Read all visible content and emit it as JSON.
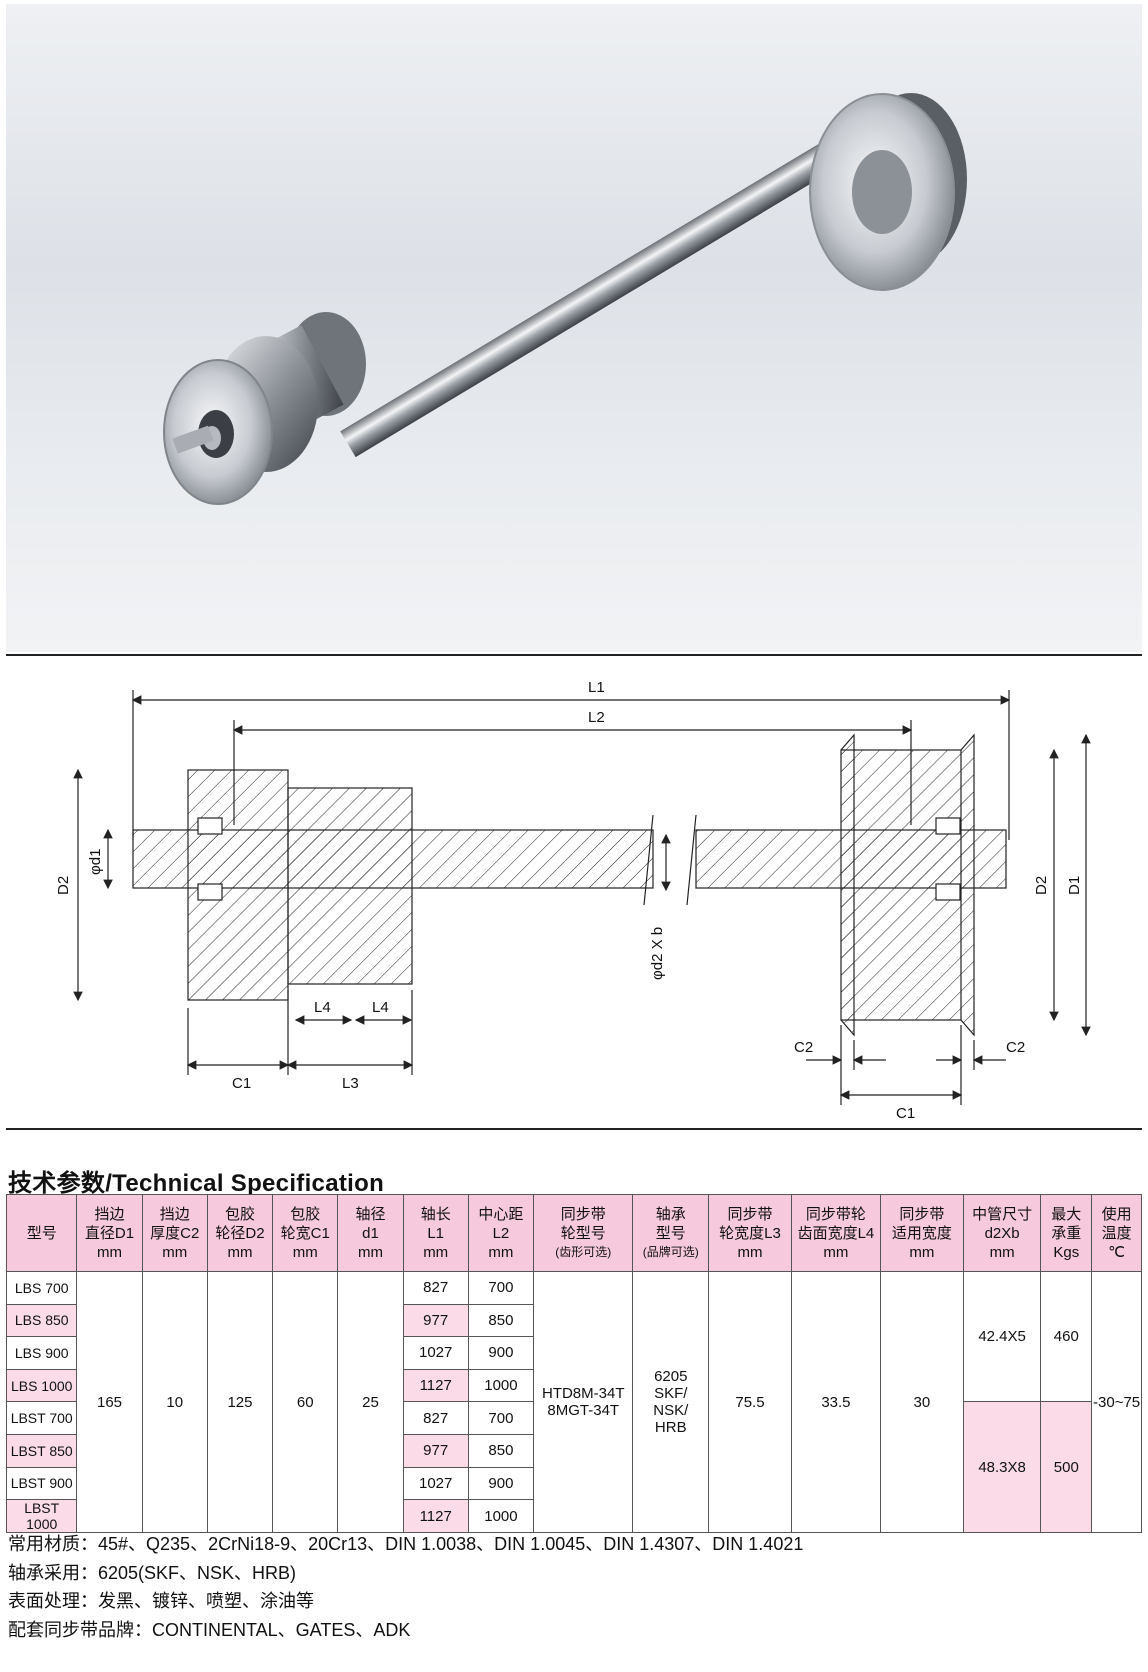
{
  "drawing": {
    "labels": {
      "l1": "L1",
      "l2": "L2",
      "l3": "L3",
      "l4a": "L4",
      "l4b": "L4",
      "c1_left": "C1",
      "c1_right": "C1",
      "c2_left": "C2",
      "c2_right": "C2",
      "d1": "D1",
      "d2_left": "D2",
      "d2_right": "D2",
      "shaft_d1": "φd1",
      "tube": "φd2 X b"
    }
  },
  "spec": {
    "title": "技术参数/Technical Specification",
    "headers": [
      [
        "型号"
      ],
      [
        "挡边",
        "直径D1",
        "mm"
      ],
      [
        "挡边",
        "厚度C2",
        "mm"
      ],
      [
        "包胶",
        "轮径D2",
        "mm"
      ],
      [
        "包胶",
        "轮宽C1",
        "mm"
      ],
      [
        "轴径",
        "d1",
        "mm"
      ],
      [
        "轴长",
        "L1",
        "mm"
      ],
      [
        "中心距",
        "L2",
        "mm"
      ],
      [
        "同步带",
        "轮型号",
        "(齿形可选)"
      ],
      [
        "轴承",
        "型号",
        "(品牌可选)"
      ],
      [
        "同步带",
        "轮宽度L3",
        "mm"
      ],
      [
        "同步带轮",
        "齿面宽度L4",
        "mm"
      ],
      [
        "同步带",
        "适用宽度",
        "mm"
      ],
      [
        "中管尺寸",
        "d2Xb",
        "mm"
      ],
      [
        "最大",
        "承重",
        "Kgs"
      ],
      [
        "使用",
        "温度",
        "℃"
      ]
    ],
    "models": [
      "LBS 700",
      "LBS 850",
      "LBS 900",
      "LBS 1000",
      "LBST 700",
      "LBST 850",
      "LBST 900",
      "LBST 1000"
    ],
    "l1": [
      "827",
      "977",
      "1027",
      "1127",
      "827",
      "977",
      "1027",
      "1127"
    ],
    "l2": [
      "700",
      "850",
      "900",
      "1000",
      "700",
      "850",
      "900",
      "1000"
    ],
    "d1": "165",
    "c2": "10",
    "d2": "125",
    "c1": "60",
    "shaft": "25",
    "pulley": [
      "HTD8M-34T",
      "8MGT-34T"
    ],
    "bearing": [
      "6205",
      "SKF/",
      "NSK/",
      "HRB"
    ],
    "l3": "75.5",
    "l4": "33.5",
    "belt_width": "30",
    "tube_a": "42.4X5",
    "load_a": "460",
    "tube_b": "48.3X8",
    "load_b": "500",
    "temp": "-30~75"
  },
  "notes": [
    "常用材质：45#、Q235、2CrNi18-9、20Cr13、DIN 1.0038、DIN 1.0045、DIN 1.4307、DIN 1.4021",
    "轴承采用：6205(SKF、NSK、HRB)",
    "表面处理：发黑、镀锌、喷塑、涂油等",
    "配套同步带品牌：CONTINENTAL、GATES、ADK"
  ],
  "colors": {
    "header_pink": "#f6c9dc",
    "cell_pink": "#fbdbe8",
    "steel": "#b8bcc2"
  }
}
